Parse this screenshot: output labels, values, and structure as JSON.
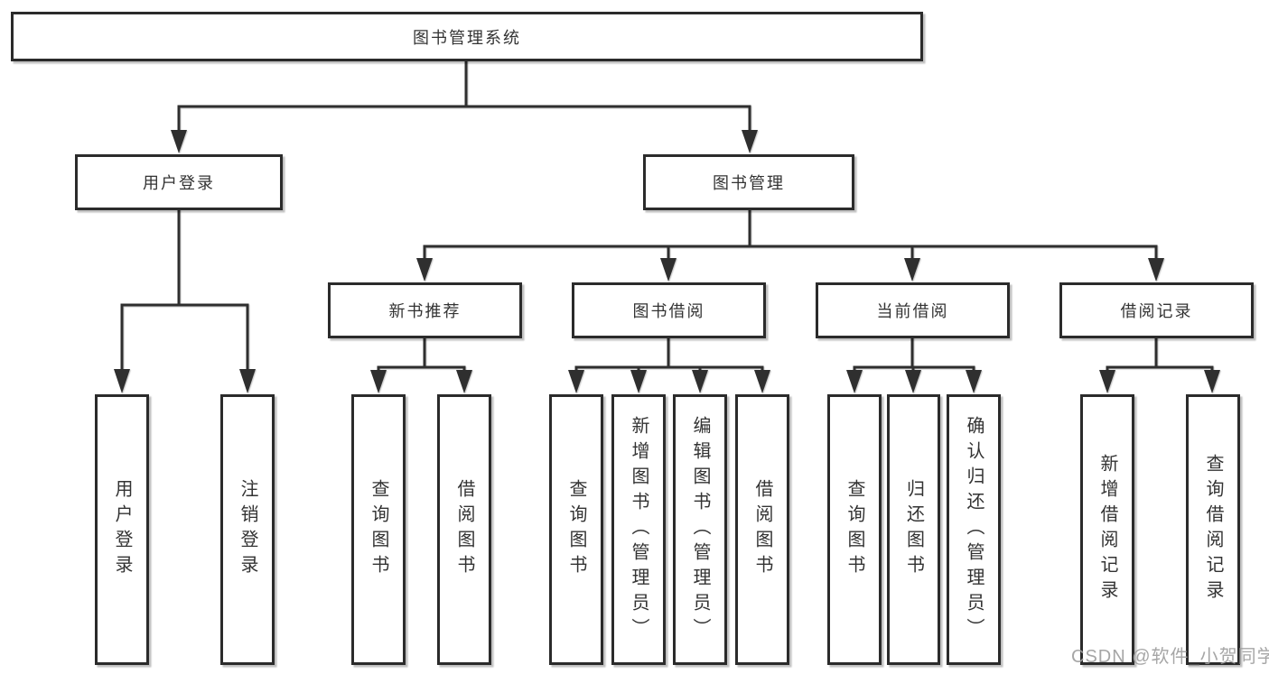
{
  "root": {
    "label": "图书管理系统"
  },
  "level2": [
    {
      "label": "用户登录"
    },
    {
      "label": "图书管理"
    }
  ],
  "level3": [
    {
      "label": "新书推荐"
    },
    {
      "label": "图书借阅"
    },
    {
      "label": "当前借阅"
    },
    {
      "label": "借阅记录"
    }
  ],
  "leaves": [
    {
      "label": "用户登录"
    },
    {
      "label": "注销登录"
    },
    {
      "label": "查询图书"
    },
    {
      "label": "借阅图书"
    },
    {
      "label": "查询图书"
    },
    {
      "label": "新增图书（管理员）"
    },
    {
      "label": "编辑图书（管理员）"
    },
    {
      "label": "借阅图书"
    },
    {
      "label": "查询图书"
    },
    {
      "label": "归还图书"
    },
    {
      "label": "确认归还（管理员）"
    },
    {
      "label": "新增借阅记录"
    },
    {
      "label": "查询借阅记录"
    }
  ],
  "watermark": {
    "text": "CSDN @软件_小贺同学"
  },
  "colors": {
    "line": "#2f2f2f",
    "box_border": "#2b2b2b",
    "text": "#333333",
    "background": "#ffffff",
    "watermark": "#9e9e9e"
  }
}
